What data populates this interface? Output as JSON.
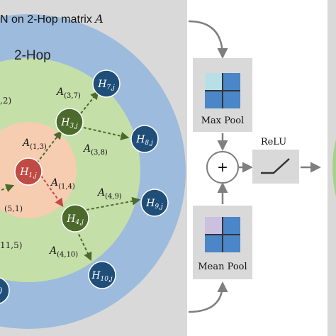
{
  "panel": {
    "title_prefix": "N on 2-Hop matrix ",
    "title_var": "A",
    "region_label": "2-Hop"
  },
  "nodes": [
    {
      "id": "h1",
      "main": "H",
      "sub": "1,j"
    },
    {
      "id": "h3",
      "main": "H",
      "sub": "3,j"
    },
    {
      "id": "h4",
      "main": "H",
      "sub": "4,j"
    },
    {
      "id": "h7",
      "main": "H",
      "sub": "7,j"
    },
    {
      "id": "h8",
      "main": "H",
      "sub": "8,j"
    },
    {
      "id": "h9",
      "main": "H",
      "sub": "9,j"
    },
    {
      "id": "h10",
      "main": "H",
      "sub": "10,j"
    }
  ],
  "edge_labels": [
    {
      "id": "a37",
      "main": "A",
      "sub": "(3,7)"
    },
    {
      "id": "a13",
      "main": "A",
      "sub": "(1,3)"
    },
    {
      "id": "a38",
      "main": "A",
      "sub": "(3,8)"
    },
    {
      "id": "a14",
      "main": "A",
      "sub": "(1,4)"
    },
    {
      "id": "a49",
      "main": "A",
      "sub": "(4,9)"
    },
    {
      "id": "a410",
      "main": "A",
      "sub": "(4,10)"
    }
  ],
  "clipped_labels": {
    "top_left": ",2)",
    "left_mid": "(5,1)",
    "bottom_left": "11,5)"
  },
  "ops": {
    "max_pool": "Max Pool",
    "mean_pool": "Mean Pool",
    "relu": "ReLU",
    "plus": "+"
  },
  "colors": {
    "panel_bg": "#d9d9d9",
    "outer_ring": "#9dbbdc",
    "middle_ring": "#c5dfa8",
    "inner_disc": "#f6cdb0",
    "node_red": "#c04a44",
    "node_green": "#4b6a2c",
    "node_blue": "#1f4e79",
    "box_bg": "#d9d9d9",
    "arrow_gray": "#7f7f7f",
    "dashed_green": "#4b6a2c",
    "dashed_red": "#c04a44"
  }
}
